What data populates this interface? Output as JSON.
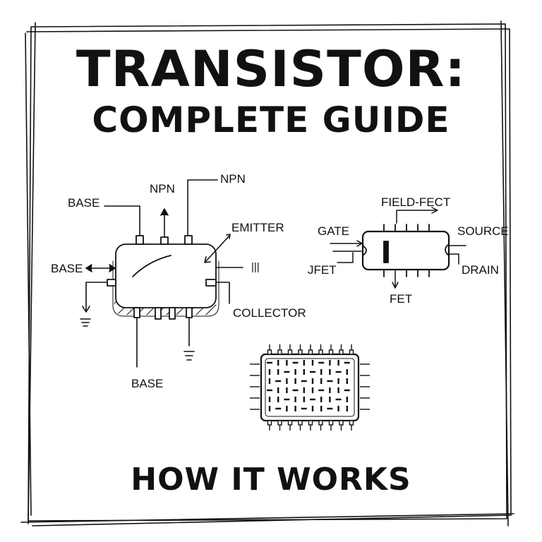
{
  "title": {
    "main": "TRANSISTOR:",
    "sub": "COMPLETE GUIDE"
  },
  "footer": "HOW IT WORKS",
  "bjt_labels": {
    "npn_top": "NPN",
    "npn_left": "NPN",
    "base_top_left": "BASE",
    "base_left": "BASE",
    "base_bottom": "BASE",
    "emitter": "EMITTER",
    "collector": "COLLECTOR",
    "ground_mark": "|||"
  },
  "fet_labels": {
    "field_effect": "FIELD-FECT",
    "gate": "GATE",
    "source": "SOURCE",
    "jfet": "JFET",
    "drain": "DRAIN",
    "fet": "FET"
  },
  "icons": [
    "frame-border",
    "bjt-package",
    "fet-package",
    "chip-package",
    "ground-symbol",
    "arrow"
  ]
}
